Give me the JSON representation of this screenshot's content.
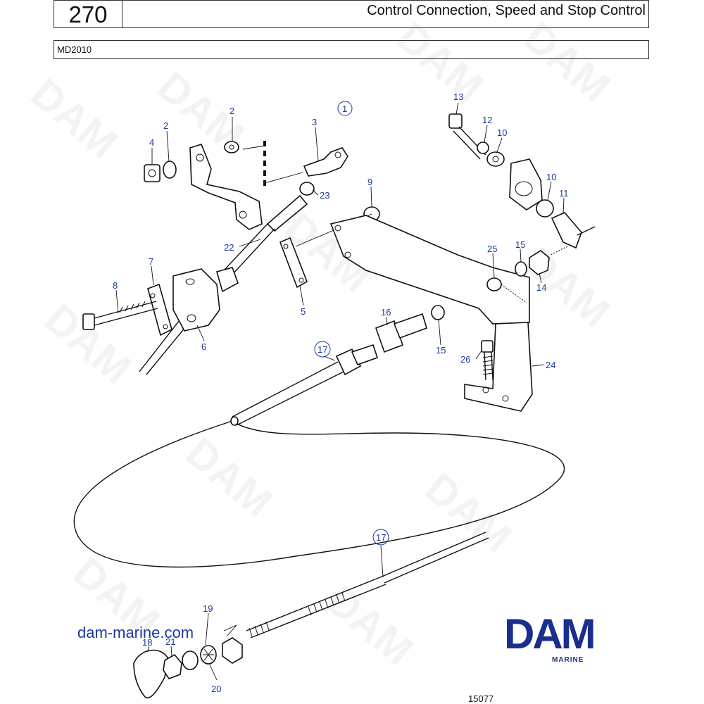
{
  "header": {
    "section_number": "270",
    "title": "Control Connection, Speed and Stop Control"
  },
  "model": "MD2010",
  "diagram": {
    "callouts": [
      {
        "id": "c1",
        "label": "1",
        "circled": true
      },
      {
        "id": "c2a",
        "label": "2"
      },
      {
        "id": "c2b",
        "label": "2"
      },
      {
        "id": "c3",
        "label": "3"
      },
      {
        "id": "c4",
        "label": "4"
      },
      {
        "id": "c5",
        "label": "5"
      },
      {
        "id": "c6",
        "label": "6"
      },
      {
        "id": "c7",
        "label": "7"
      },
      {
        "id": "c8",
        "label": "8"
      },
      {
        "id": "c9",
        "label": "9"
      },
      {
        "id": "c10a",
        "label": "10"
      },
      {
        "id": "c10b",
        "label": "10"
      },
      {
        "id": "c11",
        "label": "11"
      },
      {
        "id": "c12",
        "label": "12"
      },
      {
        "id": "c13",
        "label": "13"
      },
      {
        "id": "c14",
        "label": "14"
      },
      {
        "id": "c15a",
        "label": "15"
      },
      {
        "id": "c15b",
        "label": "15"
      },
      {
        "id": "c16",
        "label": "16"
      },
      {
        "id": "c17a",
        "label": "17",
        "circled": true
      },
      {
        "id": "c17b",
        "label": "17",
        "circled": true
      },
      {
        "id": "c18",
        "label": "18"
      },
      {
        "id": "c19",
        "label": "19"
      },
      {
        "id": "c20",
        "label": "20"
      },
      {
        "id": "c21",
        "label": "21"
      },
      {
        "id": "c22",
        "label": "22"
      },
      {
        "id": "c23",
        "label": "23"
      },
      {
        "id": "c24",
        "label": "24"
      },
      {
        "id": "c25",
        "label": "25"
      },
      {
        "id": "c26",
        "label": "26"
      }
    ],
    "watermark_text": "DAM",
    "figure_number": "15077"
  },
  "branding": {
    "website": "dam-marine.com",
    "logo_text": "DAM",
    "logo_subtext": "MARINE",
    "brand_color": "#1a2f8c",
    "callout_color": "#1a3a9e"
  }
}
